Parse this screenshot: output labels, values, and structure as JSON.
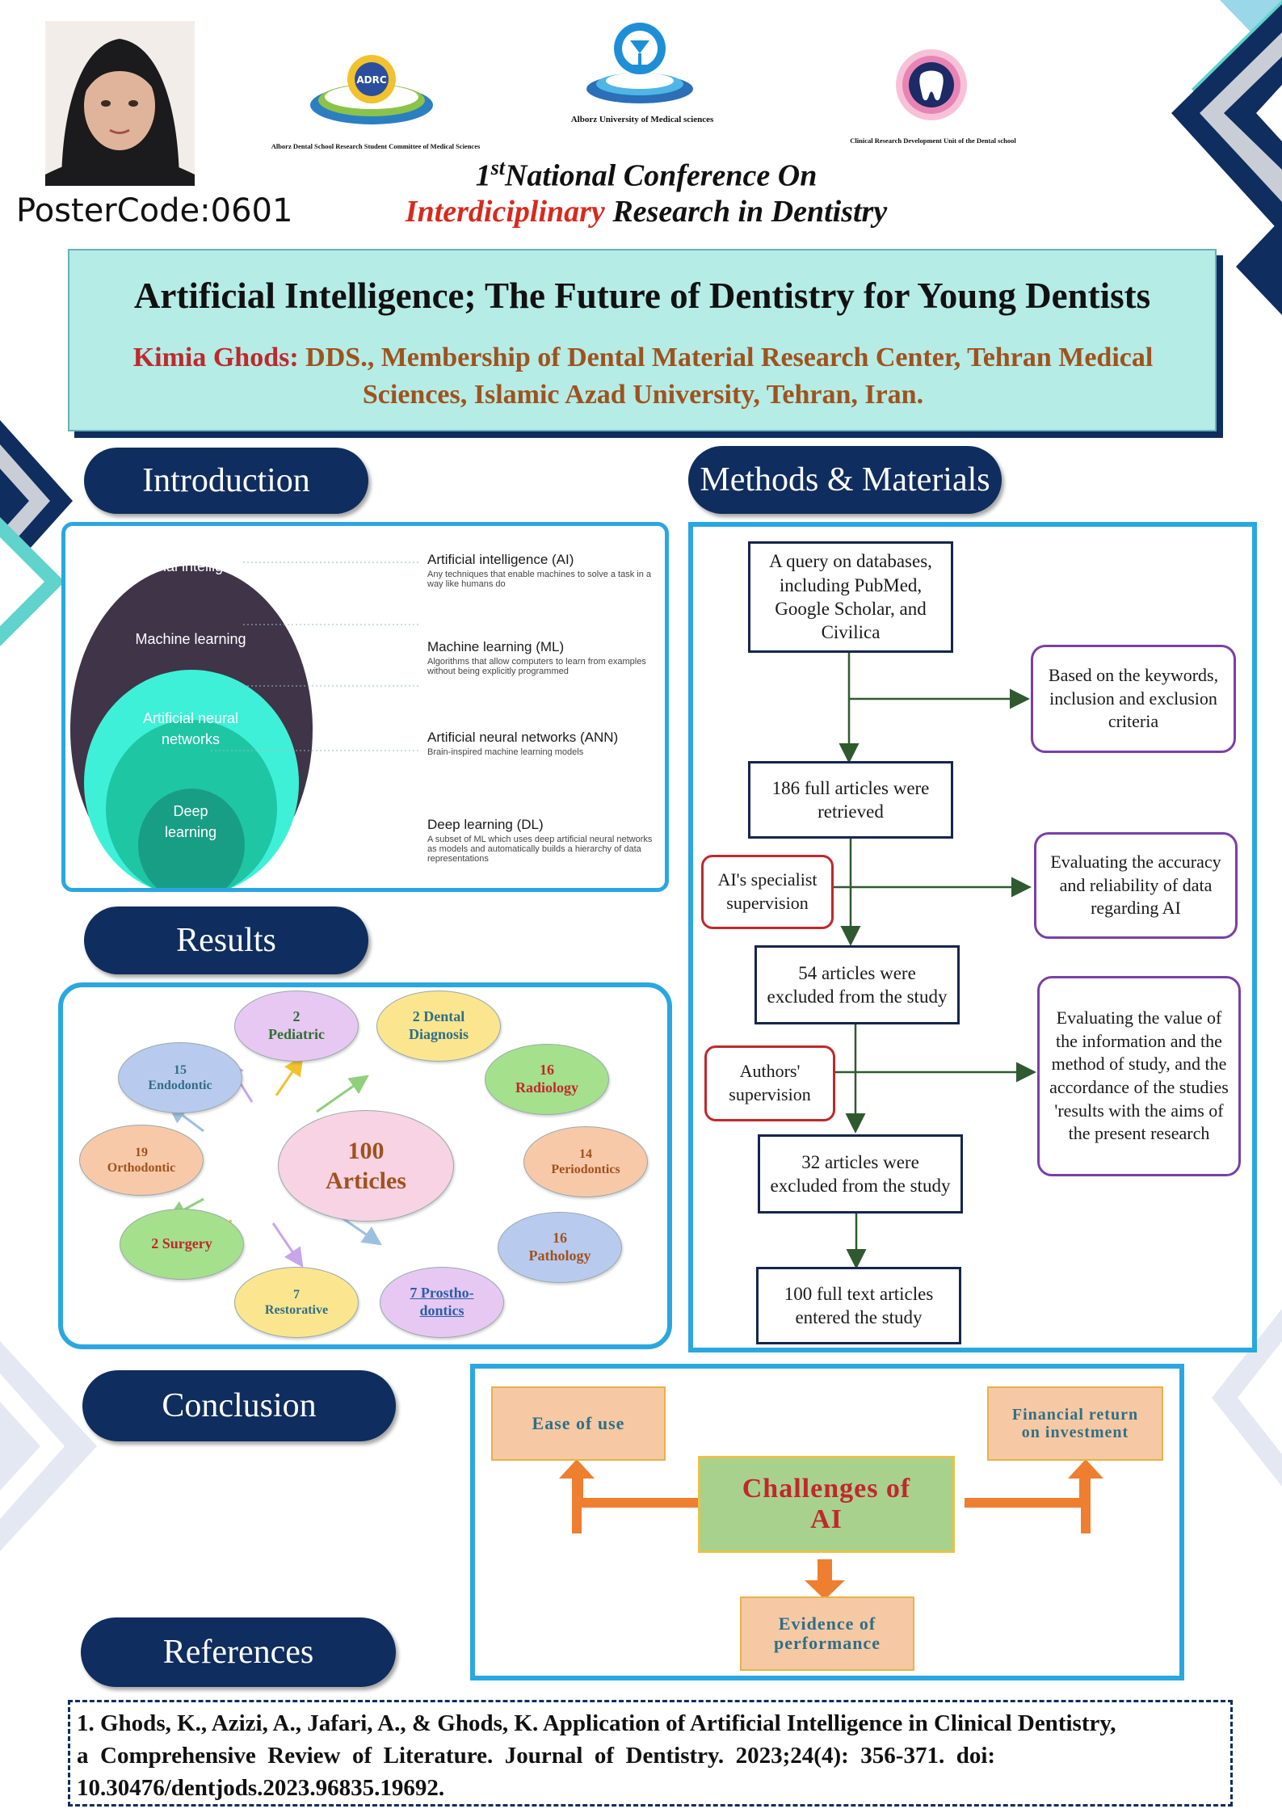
{
  "header": {
    "poster_code": "PosterCode:0601",
    "logo1_caption": "Alborz Dental School Research Student Committee of Medical Sciences",
    "logo1_text": "ADRC",
    "logo2_caption": "Alborz  University  of Medical  sciences",
    "logo3_caption": "Clinical Research Development Unit of the Dental school",
    "conf_num": "1",
    "conf_sup": "st",
    "conf_line1": "National Conference On",
    "conf_line2a": "Interdiciplinary",
    "conf_line2b": "Research in Dentistry"
  },
  "title": {
    "main": "Artificial Intelligence; The Future of Dentistry  for Young Dentists",
    "author": "Kimia  Ghods:",
    "affiliation_1": "DDS., Membership  of Dental Material Research  Center, Tehran Medical",
    "affiliation_2": "Sciences, Islamic  Azad  University,  Tehran, Iran."
  },
  "sections": {
    "introduction": "Introduction",
    "methods": "Methods & Materials",
    "results": "Results",
    "conclusion": "Conclusion",
    "references": "References"
  },
  "venn": {
    "ai": "Artificial intelligence",
    "ml": "Machine learning",
    "ann_1": "Artificial neural",
    "ann_2": "networks",
    "dl_1": "Deep",
    "dl_2": "learning",
    "defs": [
      {
        "term": "Artificial intelligence (AI)",
        "desc_1": "Any techniques that enable machines to solve a task in a",
        "desc_2": "way like humans do",
        "desc_3": ""
      },
      {
        "term": "Machine learning (ML)",
        "desc_1": "Algorithms that allow computers to learn from examples",
        "desc_2": "without being explicitly programmed",
        "desc_3": ""
      },
      {
        "term": "Artificial neural networks (ANN)",
        "desc_1": "Brain-inspired machine learning models",
        "desc_2": "",
        "desc_3": ""
      },
      {
        "term": "Deep learning (DL)",
        "desc_1": "A subset of ML which uses deep artificial neural networks",
        "desc_2": "as models and automatically builds a hierarchy of data",
        "desc_3": "representations"
      }
    ]
  },
  "flow": {
    "box1": "A query on databases, including PubMed, Google Scholar, and Civilica",
    "box2": "186 full articles were retrieved",
    "box3": "54 articles were excluded from the study",
    "box4": "32 articles were excluded from the study",
    "box5": "100 full text articles entered the study",
    "side1": "Based on the keywords, inclusion and exclusion criteria",
    "side2": "Evaluating the accuracy and reliability of data regarding AI",
    "side3": "Evaluating the value of the information and the method of study, and the accordance of the studies 'results with the aims of the present research",
    "red1": "AI's specialist supervision",
    "red2": "Authors' supervision"
  },
  "results": {
    "center_1": "100",
    "center_2": "Articles",
    "items": [
      {
        "n": "2",
        "label": "Pediatric"
      },
      {
        "n": "2 Dental",
        "label": "Diagnosis"
      },
      {
        "n": "16",
        "label": "Radiology"
      },
      {
        "n": "14",
        "label": "Periodontics"
      },
      {
        "n": "16",
        "label": "Pathology"
      },
      {
        "n": "7 Prostho-",
        "label": "dontics"
      },
      {
        "n": "7",
        "label": "Restorative"
      },
      {
        "n": "2 Surgery",
        "label": ""
      },
      {
        "n": "19",
        "label": "Orthodontic"
      },
      {
        "n": "15",
        "label": "Endodontic"
      }
    ]
  },
  "conclusion": {
    "center_1": "Challenges of",
    "center_2": "AI",
    "ease": "Ease of use",
    "fin_1": "Financial return",
    "fin_2": "on investment",
    "ev_1": "Evidence of",
    "ev_2": "performance"
  },
  "references": {
    "line1": "1. Ghods, K., Azizi, A., Jafari, A., & Ghods, K. Application of Artificial Intelligence in Clinical Dentistry,",
    "line2": "a  Comprehensive  Review  of  Literature.  Journal  of  Dentistry.  2023;24(4):  356-371.  doi:",
    "line3": "10.30476/dentjods.2023.96835.19692."
  },
  "colors": {
    "navy": "#0f2d5e",
    "cyan_panel": "#b5ece6",
    "blue_border": "#2aa7e0",
    "red": "#c0282d",
    "brown": "#a0521d"
  }
}
